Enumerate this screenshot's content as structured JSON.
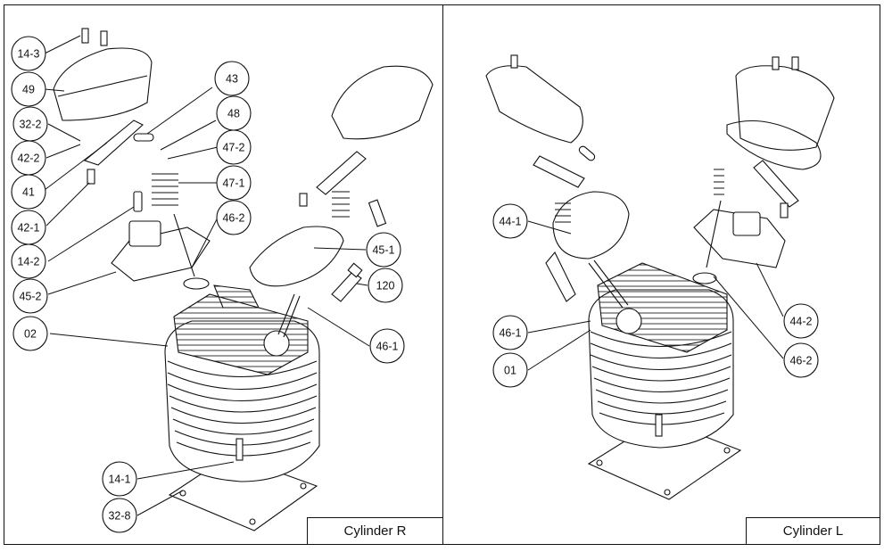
{
  "panels": [
    {
      "caption": "Cylinder R"
    },
    {
      "caption": "Cylinder L"
    }
  ],
  "callouts_right_cylinder": [
    "14-3",
    "49",
    "32-2",
    "42-2",
    "41",
    "42-1",
    "14-2",
    "45-2",
    "02",
    "43",
    "48",
    "47-2",
    "47-1",
    "46-2",
    "45-1",
    "120",
    "46-1",
    "14-1",
    "32-8"
  ],
  "callouts_left_cylinder": [
    "44-1",
    "46-1",
    "01",
    "44-2",
    "46-2"
  ]
}
